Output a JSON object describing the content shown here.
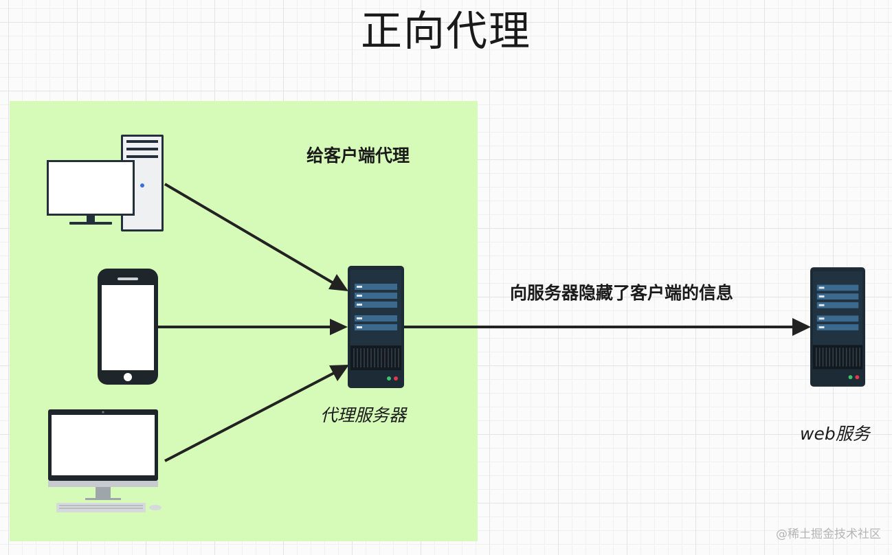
{
  "title": "正向代理",
  "client_zone": {
    "label": "给客户端代理",
    "color": "#d6fbb9"
  },
  "nodes": {
    "desktop_pc": {
      "icon": "desktop-computer-icon"
    },
    "smartphone": {
      "icon": "smartphone-icon"
    },
    "imac": {
      "icon": "imac-icon"
    },
    "proxy_server": {
      "icon": "server-tower-icon",
      "label": "代理服务器"
    },
    "web_server": {
      "icon": "server-tower-icon",
      "label": "web服务"
    }
  },
  "edges": {
    "proxy_to_web_label": "向服务器隐藏了客户端的信息"
  },
  "watermark": "@稀土掘金技术社区"
}
